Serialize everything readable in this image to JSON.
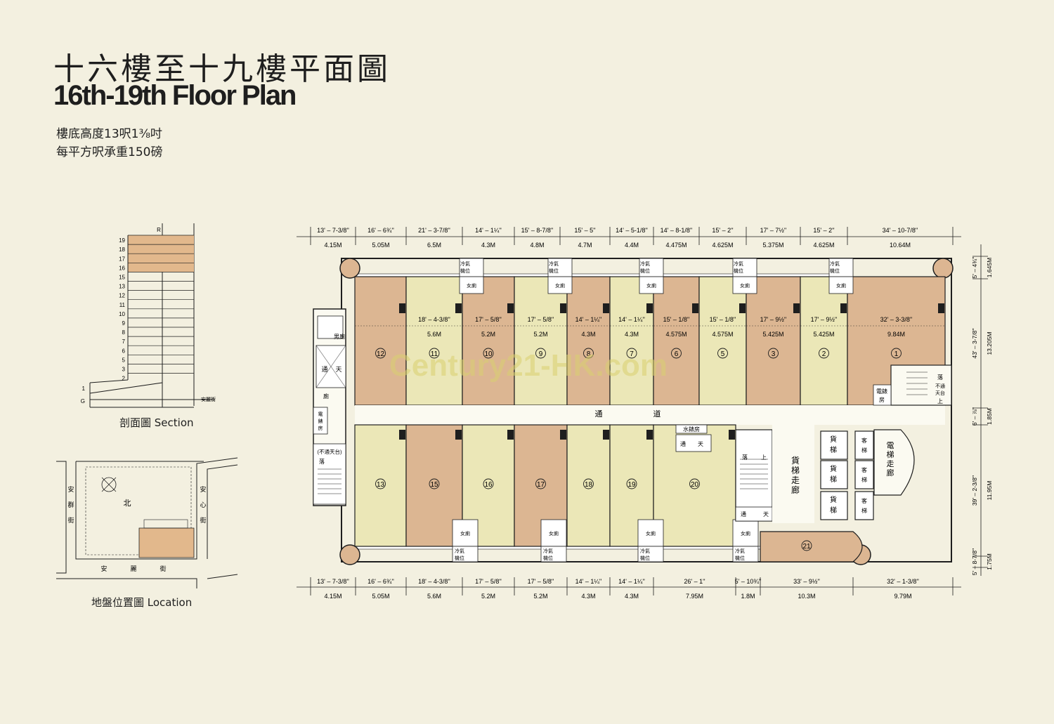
{
  "title": {
    "chinese": "十六樓至十九樓平面圖",
    "english": "16th-19th Floor Plan"
  },
  "specs": [
    "樓底高度13呎1⅜吋",
    "每平方呎承重150磅"
  ],
  "section": {
    "caption": "剖面圖 Section",
    "floors": [
      "R",
      "19",
      "18",
      "17",
      "16",
      "15",
      "13",
      "12",
      "11",
      "10",
      "9",
      "8",
      "7",
      "6",
      "5",
      "3",
      "2",
      "1",
      "G"
    ],
    "highlighted": [
      "19",
      "18",
      "17",
      "16"
    ],
    "street": "安麗街"
  },
  "location": {
    "caption": "地盤位置圖 Location",
    "north": "北",
    "streets": {
      "west": "安群街",
      "east": "安心街",
      "south": "安麗街"
    }
  },
  "dims_top": [
    {
      "ft": "13' – 7-3/8''",
      "m": "4.15M"
    },
    {
      "ft": "16' – 6¾''",
      "m": "5.05M"
    },
    {
      "ft": "21' – 3-7/8''",
      "m": "6.5M"
    },
    {
      "ft": "14' – 1¼''",
      "m": "4.3M"
    },
    {
      "ft": "15' – 8-7/8''",
      "m": "4.8M"
    },
    {
      "ft": "15' – 5''",
      "m": "4.7M"
    },
    {
      "ft": "14' – 5-1/8''",
      "m": "4.4M"
    },
    {
      "ft": "14' – 8-1/8''",
      "m": "4.475M"
    },
    {
      "ft": "15' – 2''",
      "m": "4.625M"
    },
    {
      "ft": "17' – 7½''",
      "m": "5.375M"
    },
    {
      "ft": "15' – 2''",
      "m": "4.625M"
    },
    {
      "ft": "34' – 10-7/8''",
      "m": "10.64M"
    }
  ],
  "dims_bottom": [
    {
      "ft": "13' – 7-3/8''",
      "m": "4.15M"
    },
    {
      "ft": "16' – 6¾''",
      "m": "5.05M"
    },
    {
      "ft": "18' – 4-3/8''",
      "m": "5.6M"
    },
    {
      "ft": "17' – 5/8''",
      "m": "5.2M"
    },
    {
      "ft": "17' – 5/8''",
      "m": "5.2M"
    },
    {
      "ft": "14' – 1¼''",
      "m": "4.3M"
    },
    {
      "ft": "14' – 1¼''",
      "m": "4.3M"
    },
    {
      "ft": "26' – 1''",
      "m": "7.95M"
    },
    {
      "ft": "5' – 10¾''",
      "m": "1.8M"
    },
    {
      "ft": "33' – 9½''",
      "m": "10.3M"
    },
    {
      "ft": "32' – 1-3/8''",
      "m": "9.79M"
    }
  ],
  "dims_right": [
    {
      "ft": "5' – 4¾''",
      "m": "1.645M"
    },
    {
      "ft": "43' – 3-7/8''",
      "m": "13.205M"
    },
    {
      "ft": "6' – ⅞''",
      "m": "1.85M"
    },
    {
      "ft": "39' – 2-3/8''",
      "m": "11.95M"
    },
    {
      "ft": "5' – 8-7/8''",
      "m": "1.75M"
    }
  ],
  "units_north": [
    {
      "num": "12",
      "ft": "",
      "m": ""
    },
    {
      "num": "11",
      "ft": "18' – 4-3/8''",
      "m": "5.6M"
    },
    {
      "num": "10",
      "ft": "17' – 5/8''",
      "m": "5.2M"
    },
    {
      "num": "9",
      "ft": "17' – 5/8''",
      "m": "5.2M"
    },
    {
      "num": "8",
      "ft": "14' – 1¼''",
      "m": "4.3M"
    },
    {
      "num": "7",
      "ft": "14' – 1¼''",
      "m": "4.3M"
    },
    {
      "num": "6",
      "ft": "15' – 1/8''",
      "m": "4.575M"
    },
    {
      "num": "5",
      "ft": "15' – 1/8''",
      "m": "4.575M"
    },
    {
      "num": "3",
      "ft": "17' – 9½''",
      "m": "5.425M"
    },
    {
      "num": "2",
      "ft": "17' – 9½''",
      "m": "5.425M"
    },
    {
      "num": "1",
      "ft": "32' – 3-3/8''",
      "m": "9.84M"
    }
  ],
  "units_south": [
    "13",
    "15",
    "16",
    "17",
    "18",
    "19",
    "20",
    "21"
  ],
  "labels": {
    "corridor": [
      "通",
      "道"
    ],
    "mens_wc": "男廁",
    "womens_wc": "女廁",
    "ac": [
      "冷氣",
      "機位"
    ],
    "light_well": [
      "通",
      "天"
    ],
    "water_meter": "水錶房",
    "elec_meter": "電錶房",
    "elec_meter_left": "電錶房",
    "kitchen": "廁",
    "freight_lobby": "貨梯走廊",
    "freight_lift": "貨梯",
    "lift": "客梯",
    "lift_lobby": "電梯走廊",
    "stair_note": "不通天台",
    "down": "落",
    "up": "上"
  },
  "watermark": "Century21-HK.com",
  "colors": {
    "background": "#f3f0e0",
    "unit_light": "#ebe7b7",
    "unit_dark": "#dcb692",
    "highlight": "#e2b88c",
    "wall": "#1e1e1e"
  }
}
